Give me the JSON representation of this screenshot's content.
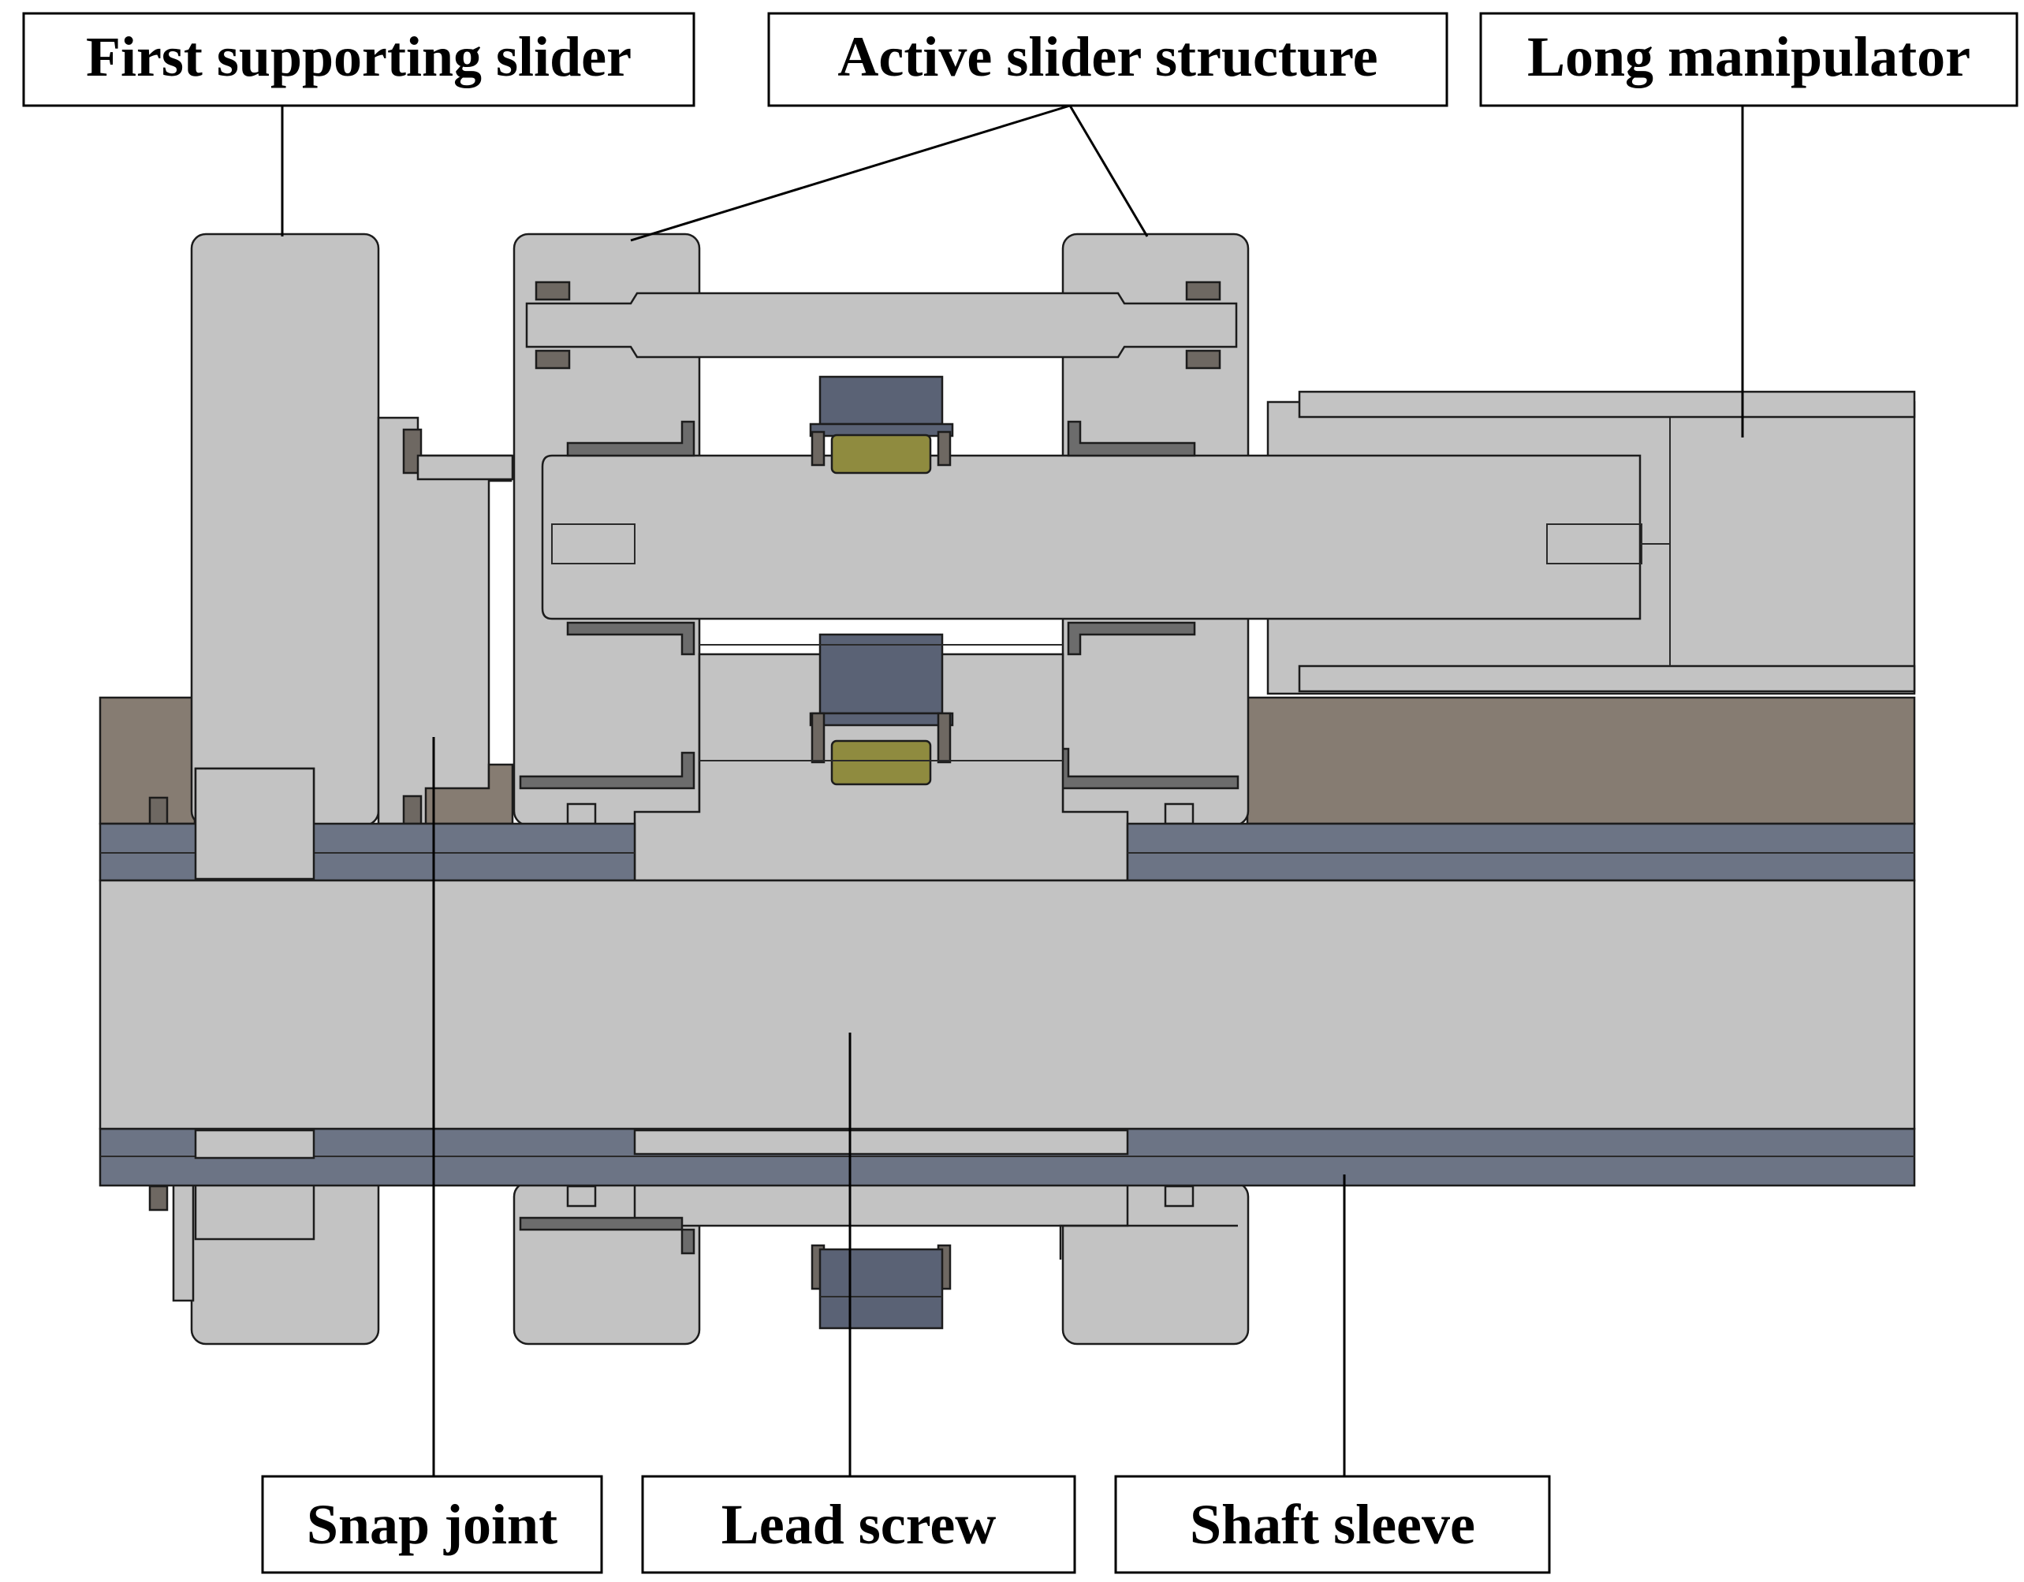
{
  "labels": {
    "first_supporting_slider": "First supporting slider",
    "active_slider_structure": "Active slider structure",
    "long_manipulator": "Long manipulator",
    "snap_joint": "Snap joint",
    "lead_screw": "Lead screw",
    "shaft_sleeve": "Shaft sleeve"
  },
  "colors": {
    "part_light_gray": "#c3c3c3",
    "sleeve_blue_gray": "#6c7485",
    "background_brown": "#867c72",
    "nut_dark_blue": "#5a6275",
    "bearing_olive": "#8f8b3f",
    "highlight_orange": "#c98a58",
    "dark_fastener": "#6e6862"
  }
}
